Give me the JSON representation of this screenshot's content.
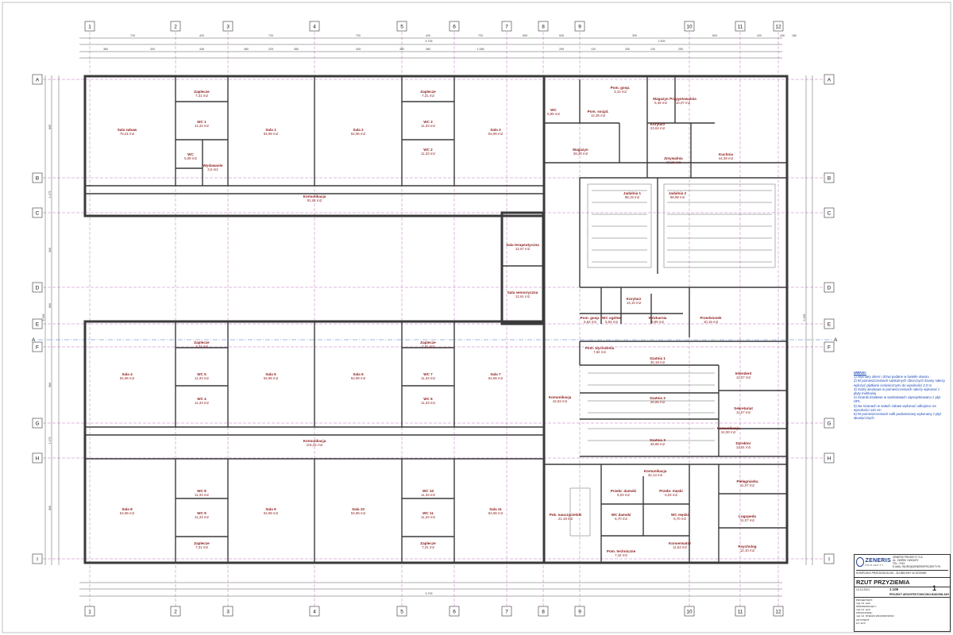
{
  "axes": {
    "columns": [
      "1",
      "2",
      "3",
      "4",
      "5",
      "6",
      "7",
      "8",
      "9",
      "10",
      "11",
      "12"
    ],
    "rows": [
      "A",
      "B",
      "C",
      "D",
      "E",
      "F",
      "G",
      "H",
      "I"
    ]
  },
  "section_marker": "A",
  "dimensions": {
    "overall_length": "5 705",
    "east_wing_length": "2 505",
    "top_row": [
      "720",
      "420",
      "720",
      "720",
      "420",
      "720",
      "605",
      "545",
      "300",
      "600",
      "420",
      "430",
      "180"
    ],
    "mid_row": [
      "360",
      "300",
      "445",
      "380",
      "225",
      "380",
      "445",
      "380",
      "360",
      "1 085",
      "295",
      "120",
      "250",
      "130",
      "250"
    ],
    "height_total": "3 195",
    "height_segments": [
      "805",
      "1 175",
      "300",
      "960",
      "960",
      "1 175",
      "800"
    ]
  },
  "rooms": [
    {
      "name": "Sala zabaw",
      "area": "75,01 m2"
    },
    {
      "name": "Zaplecze",
      "area": "7,31 m2"
    },
    {
      "name": "WC 1",
      "area": "11,33 m2"
    },
    {
      "name": "WC",
      "area": "5,09 m2"
    },
    {
      "name": "Wydawanie",
      "area": "3,6 m2"
    },
    {
      "name": "Sala 1",
      "area": "54,96 m2"
    },
    {
      "name": "Sala 2",
      "area": "54,96 m2"
    },
    {
      "name": "Zaplecze",
      "area": "7,31 m2"
    },
    {
      "name": "WC 3",
      "area": "11,33 m2"
    },
    {
      "name": "WC 2",
      "area": "11,33 m2"
    },
    {
      "name": "Sala 3",
      "area": "54,96 m2"
    },
    {
      "name": "Komunikacja",
      "area": "91,61 m2"
    },
    {
      "name": "WC",
      "area": "5,99 m2"
    },
    {
      "name": "Pom. socjal.",
      "area": "12,39 m2"
    },
    {
      "name": "Pom. gosp.",
      "area": "3,10 m2"
    },
    {
      "name": "Magazyn",
      "area": "28,20 m2"
    },
    {
      "name": "Magazyn",
      "area": "5,49 m2"
    },
    {
      "name": "Przygotowalnia",
      "area": "10,07 m2"
    },
    {
      "name": "Korytarz",
      "area": "23,64 m2"
    },
    {
      "name": "Zmywalnia",
      "area": "12,21 m2"
    },
    {
      "name": "Kuchnia",
      "area": "44,39 m2"
    },
    {
      "name": "Jadalnia 1",
      "area": "98,19 m2"
    },
    {
      "name": "Jadalnia 2",
      "area": "98,98 m2"
    },
    {
      "name": "Sala terapeutyczna",
      "area": "12,67 m2"
    },
    {
      "name": "Sala sensoryczna",
      "area": "12,61 m2"
    },
    {
      "name": "Korytarz",
      "area": "13,10 m2"
    },
    {
      "name": "Pom. gosp.",
      "area": "5,62 m2"
    },
    {
      "name": "WC ogólne",
      "area": "5,92 m2"
    },
    {
      "name": "Wózkarnia",
      "area": "9,89 m2"
    },
    {
      "name": "Przedsionek",
      "area": "10,16 m2"
    },
    {
      "name": "Pom. wyciszenia",
      "area": "7,82 m2"
    },
    {
      "name": "Szatnia 1",
      "area": "30,18 m2"
    },
    {
      "name": "Szatnia 2",
      "area": "28,86 m2"
    },
    {
      "name": "Szatnia 3",
      "area": "28,86 m2"
    },
    {
      "name": "Komunikacja",
      "area": "42,84 m2"
    },
    {
      "name": "Komunikacja",
      "area": "24,00 m2"
    },
    {
      "name": "Intendent",
      "area": "11,07 m2"
    },
    {
      "name": "Sekretariat",
      "area": "11,07 m2"
    },
    {
      "name": "Dyrektor",
      "area": "12,51 m2"
    },
    {
      "name": "Sala 4",
      "area": "54,96 m2"
    },
    {
      "name": "Zaplecze",
      "area": "7,31 m2"
    },
    {
      "name": "WC 5",
      "area": "11,33 m2"
    },
    {
      "name": "WC 4",
      "area": "11,33 m2"
    },
    {
      "name": "Sala 5",
      "area": "54,96 m2"
    },
    {
      "name": "Sala 6",
      "area": "54,96 m2"
    },
    {
      "name": "Zaplecze",
      "area": "7,31 m2"
    },
    {
      "name": "WC 7",
      "area": "11,33 m2"
    },
    {
      "name": "WC 6",
      "area": "11,33 m2"
    },
    {
      "name": "Sala 7",
      "area": "54,96 m2"
    },
    {
      "name": "Komunikacja",
      "area": "101,81 m2"
    },
    {
      "name": "Komunikacja",
      "area": "32,13 m2"
    },
    {
      "name": "Sala 8",
      "area": "54,96 m2"
    },
    {
      "name": "WC 8",
      "area": "11,33 m2"
    },
    {
      "name": "WC 9",
      "area": "11,33 m2"
    },
    {
      "name": "Zaplecze",
      "area": "7,31 m2"
    },
    {
      "name": "Sala 9",
      "area": "54,96 m2"
    },
    {
      "name": "Sala 10",
      "area": "54,96 m2"
    },
    {
      "name": "WC 10",
      "area": "11,33 m2"
    },
    {
      "name": "WC 11",
      "area": "11,33 m2"
    },
    {
      "name": "Zaplecze",
      "area": "7,31 m2"
    },
    {
      "name": "Sala 11",
      "area": "54,96 m2"
    },
    {
      "name": "Pok. nauczycielski",
      "area": "21,19 m2"
    },
    {
      "name": "Przebr. damski",
      "area": "6,03 m2"
    },
    {
      "name": "Przebr. męski",
      "area": "6,03 m2"
    },
    {
      "name": "WC damski",
      "area": "6,70 m2"
    },
    {
      "name": "WC męski",
      "area": "5,70 m2"
    },
    {
      "name": "Pom. techniczne",
      "area": "7,42 m2"
    },
    {
      "name": "Konserwator",
      "area": "11,63 m2"
    },
    {
      "name": "Pielęgniarka",
      "area": "11,07 m2"
    },
    {
      "name": "Logopeda",
      "area": "11,07 m2"
    },
    {
      "name": "Psycholog",
      "area": "12,10 m2"
    }
  ],
  "notes": {
    "title": "UWAGI:",
    "items": [
      "1) Wymiary okien i drzwi podane w świetle otworu",
      "2) W pomieszczeniach sanitarnych zbiorczych ściany należy wyłożyć płytkami ceramicznymi do wysokości 2,0 m",
      "3) Szafy wnękowe w pomieszczeniach należy wykonać z płyty meblowej",
      "4) Ścianki działowe w sanitariatach zaprojektowano z płyt HPL",
      "5) Na ścianach w salach zabaw wykonać odbojnice na wysokości 110 cm",
      "6) W pomieszczeniach sufit podwieszany wykonany z płyt akustycznych"
    ]
  },
  "title_block": {
    "company": "ZENERIS",
    "company_sub": "PROJEKTY",
    "address": [
      "ZENERIS PROJEKTY S.A.",
      "UL. ŻWIRKI I WIGURY",
      "TEL. / FAX",
      "E-MAIL: BIURO@ZENERISPROJEKTY.PL"
    ],
    "project": "KOMPLEKS PRZEDSZKOLNO - ŻŁOBKOWY W GDOWIE",
    "drawing_title": "RZUT PRZYZIEMIA",
    "scale": "1:100",
    "date": "10.12.2021",
    "sheet": "1",
    "branch": "PROJEKT ARCHITEKTONICZNO-BUDOWLANY",
    "team": [
      "PROJEKTANT:",
      "mgr inż. arch.",
      "SPRAWDZAJĄCY:",
      "mgr inż. arch.",
      "OPRACOWAŁ:",
      "mgr inż. STEFAN WICZOROWSKI",
      "ASYSTENT:",
      "inż. arch."
    ]
  },
  "colors": {
    "wall": "#3a3a3a",
    "room_text": "#8a1a1a",
    "dim_line": "#333333",
    "axis_line": "#c070c0",
    "blue_label": "#1a47b8"
  }
}
